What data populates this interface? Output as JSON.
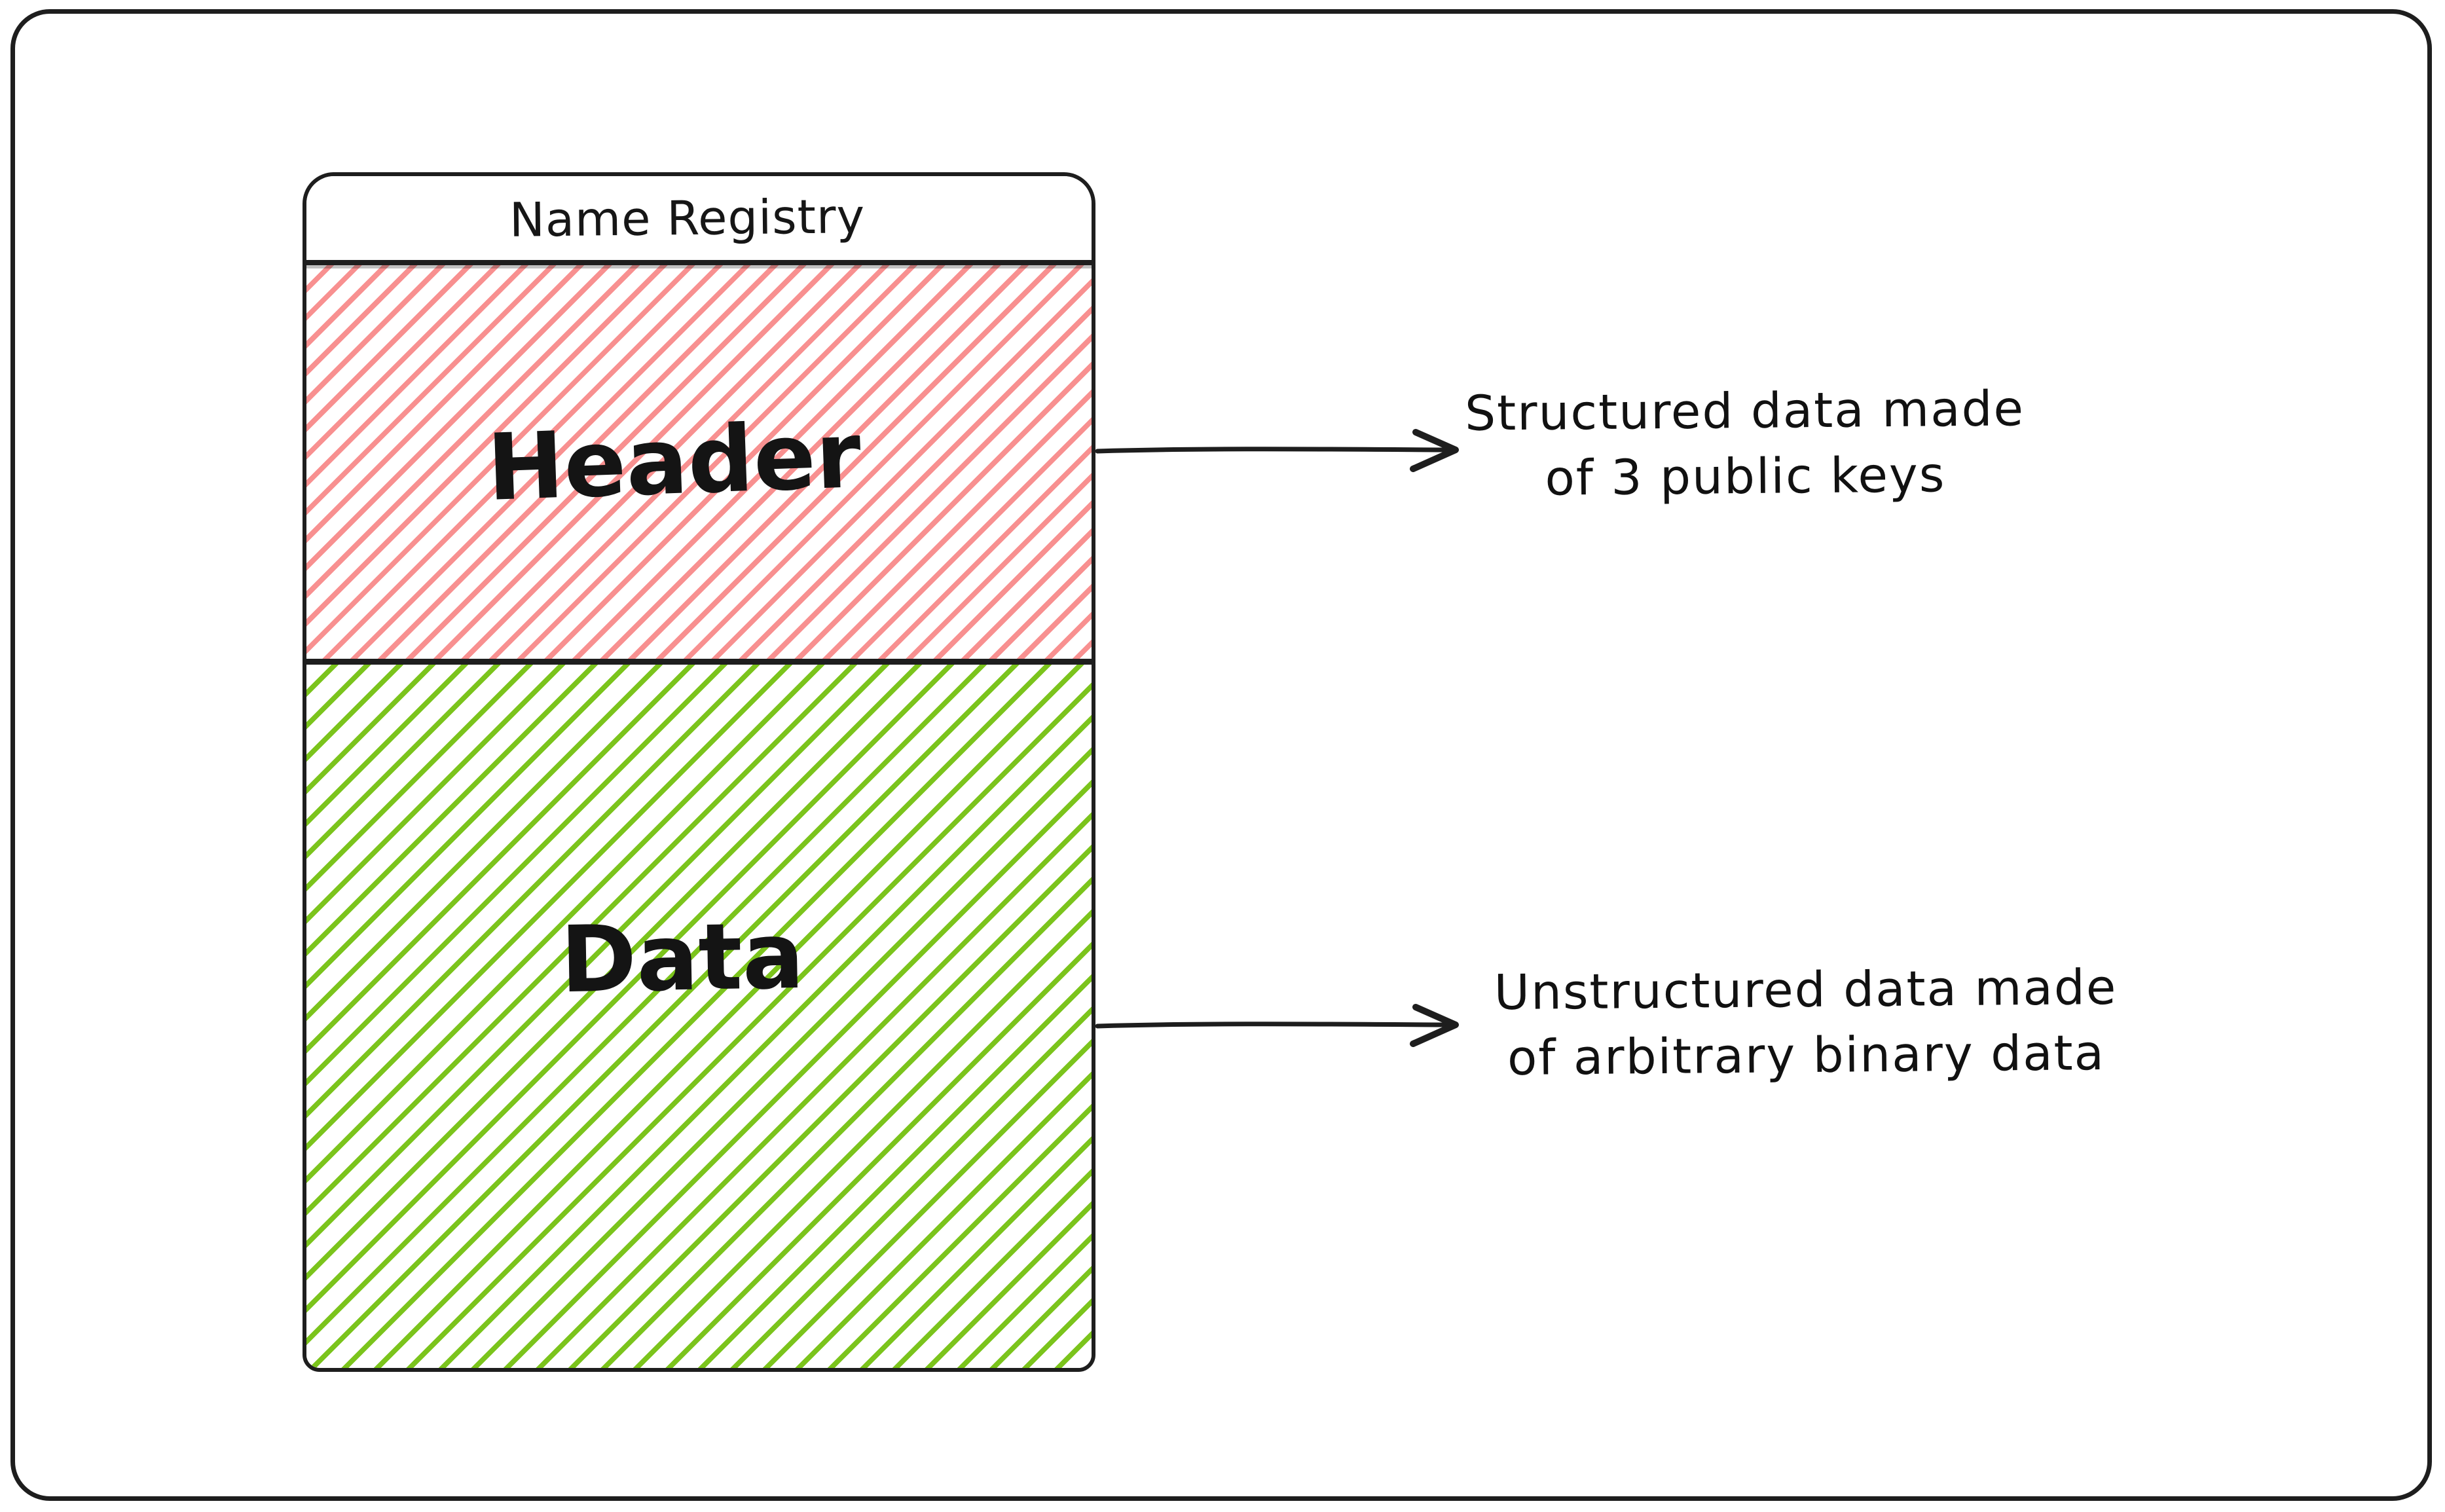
{
  "diagram": {
    "box_title": "Name Registry",
    "sections": [
      {
        "id": "header",
        "label": "Header",
        "hatch_color": "#f89090",
        "annotation_lines": [
          "Structured data made",
          "of 3 public keys"
        ]
      },
      {
        "id": "data",
        "label": "Data",
        "hatch_color": "#7bc41c",
        "annotation_lines": [
          "Unstructured data made",
          "of arbitrary binary data"
        ]
      }
    ],
    "colors": {
      "stroke": "#1e1e1e",
      "header_hatch": "#f89090",
      "data_hatch": "#7bc41c",
      "background": "#ffffff"
    }
  }
}
